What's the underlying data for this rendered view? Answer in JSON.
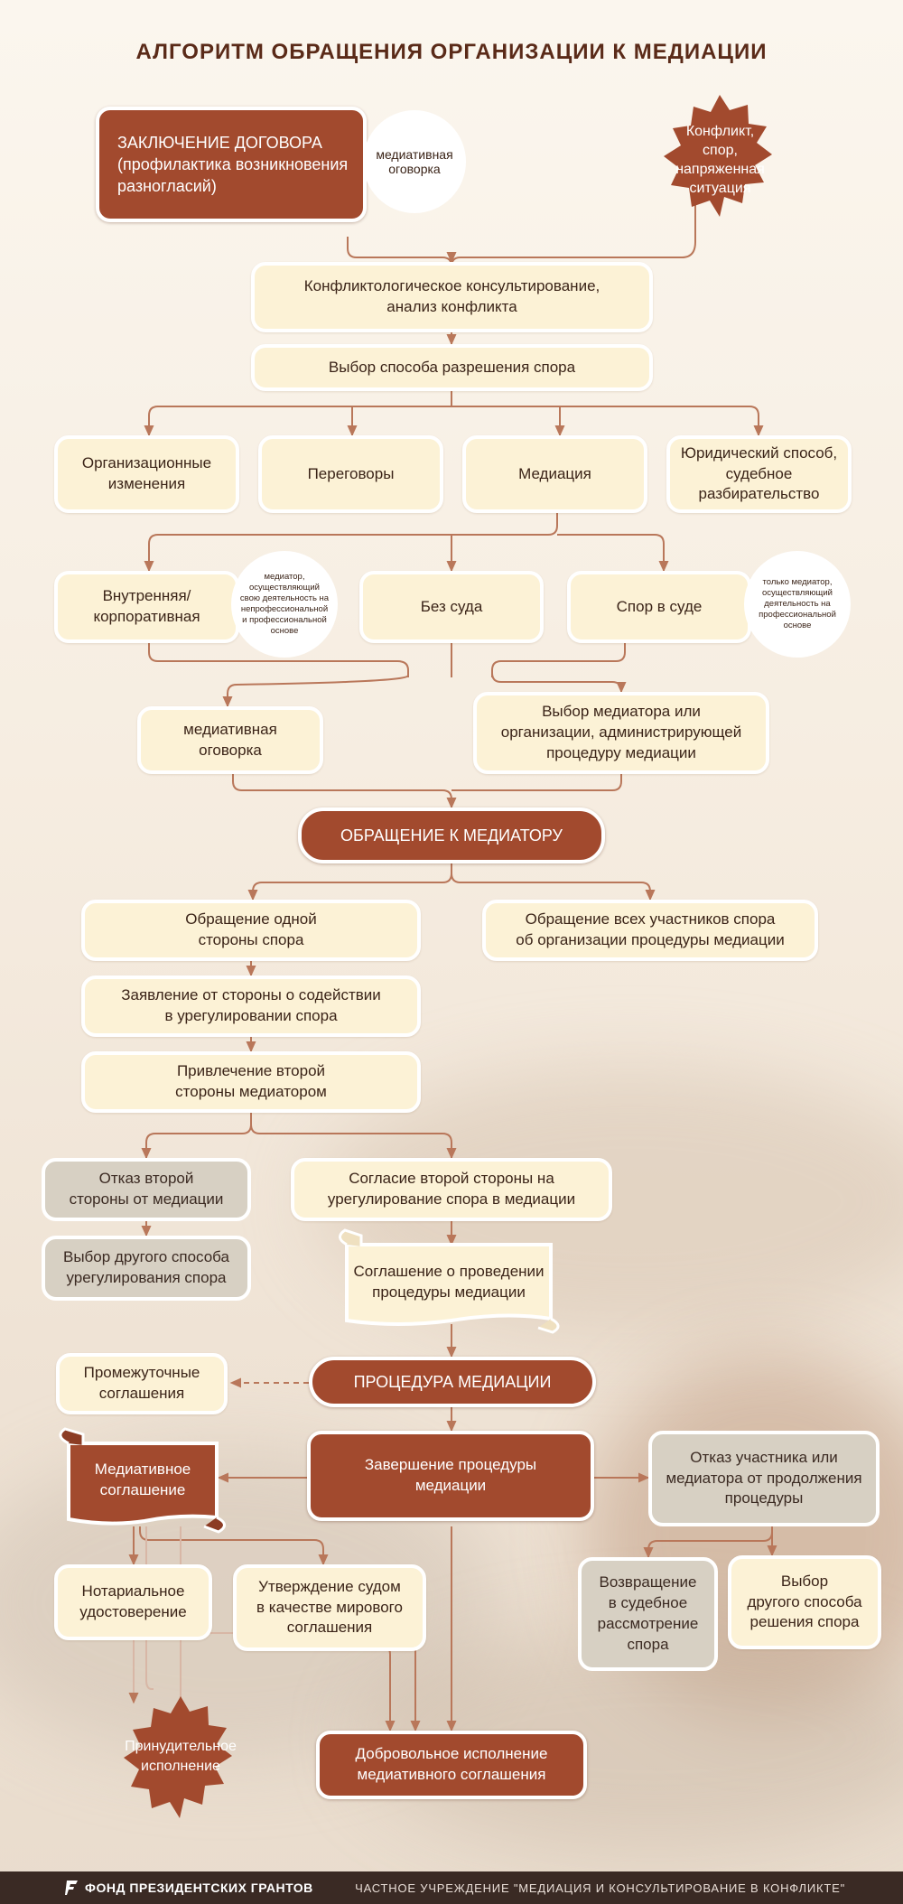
{
  "title": "АЛГОРИТМ ОБРАЩЕНИЯ ОРГАНИЗАЦИИ К МЕДИАЦИИ",
  "nodes": {
    "contract": "ЗАКЛЮЧЕНИЕ ДОГОВОРА\n(профилактика возникновения\nразногласий)",
    "clause_bubble": "медиативная\nоговорка",
    "conflict": "Конфликт,\nспор,\nнапряженная\nситуация",
    "consulting": "Конфликтологическое консультирование,\nанализ конфликта",
    "choice": "Выбор способа разрешения спора",
    "org_changes": "Организационные\nизменения",
    "negotiations": "Переговоры",
    "mediation": "Медиация",
    "legal": "Юридический способ,\nсудебное\nразбирательство",
    "internal": "Внутренняя/\nкорпоративная",
    "internal_bubble": "медиатор,\nосуществляющий\nсвою деятельность на\nнепрофессиональной\nи профессиональной\nоснове",
    "no_court": "Без суда",
    "court_dispute": "Спор в суде",
    "court_bubble": "только медиатор,\nосуществляющий\nдеятельность на\nпрофессиональной\nоснове",
    "mediation_clause": "медиативная\nоговорка",
    "choose_mediator": "Выбор медиатора или\nорганизации, администрирующей\nпроцедуру медиации",
    "appeal": "ОБРАЩЕНИЕ К МЕДИАТОРУ",
    "one_party": "Обращение одной\nстороны спора",
    "all_parties": "Обращение всех участников спора\nоб организации процедуры медиации",
    "application": "Заявление от стороны о содействии\nв урегулировании спора",
    "second_party": "Привлечение второй\nстороны медиатором",
    "refusal": "Отказ второй\nстороны от медиации",
    "consent": "Согласие второй стороны на\nурегулирование спора в медиации",
    "other_method": "Выбор другого способа\nурегулирования спора",
    "agreement_conduct": "Соглашение о проведении\nпроцедуры медиации",
    "interim": "Промежуточные\nсоглашения",
    "procedure": "ПРОЦЕДУРА МЕДИАЦИИ",
    "completion": "Завершение процедуры\nмедиации",
    "med_agreement": "Медиативное\nсоглашение",
    "withdrawal": "Отказ участника или\nмедиатора от продолжения\nпроцедуры",
    "notary": "Нотариальное\nудостоверение",
    "court_approval": "Утверждение судом\nв качестве мирового\nсоглашения",
    "return_court": "Возвращение\nв судебное\nрассмотрение\nспора",
    "other_resolution": "Выбор\nдругого способа\nрешения спора",
    "enforcement": "Принудительное\nисполнение",
    "voluntary": "Добровольное исполнение\nмедиативного соглашения"
  },
  "footer": {
    "left": "ФОНД ПРЕЗИДЕНТСКИХ ГРАНТОВ",
    "right": "ЧАСТНОЕ УЧРЕЖДЕНИЕ \"МЕДИАЦИЯ И КОНСУЛЬТИРОВАНИЕ В КОНФЛИКТЕ\""
  },
  "colors": {
    "dark": "#a24a2e",
    "cream": "#fcf2d6",
    "grey": "#d7d0c3",
    "line": "#b9775a",
    "footer": "#3a2a24"
  },
  "icons": [
    "arrow-icon",
    "scroll-icon",
    "starburst-icon",
    "footer-logo-icon"
  ]
}
